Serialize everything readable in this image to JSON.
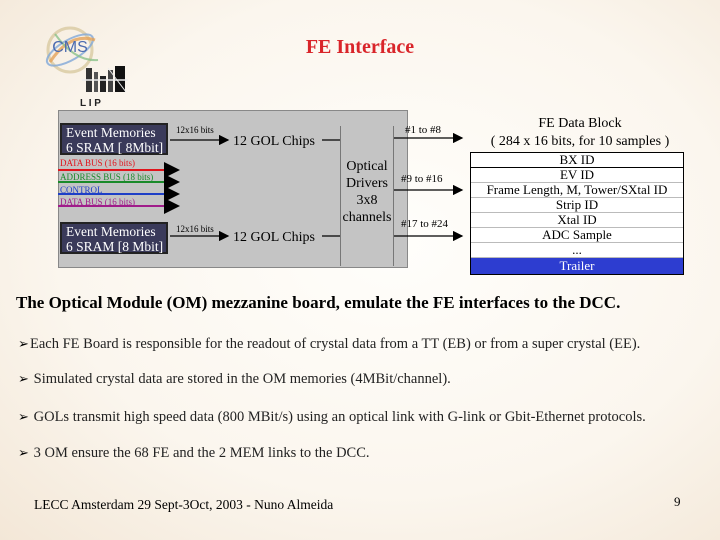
{
  "title": "FE Interface",
  "logo": {
    "cms_text": "CMS",
    "lip_text": "L I P"
  },
  "diagram": {
    "memory_top": {
      "line1": "Event Memories",
      "line2": "6 SRAM [ 8Mbit]",
      "bits": "12x16 bits"
    },
    "memory_bottom": {
      "line1": "Event Memories",
      "line2": "6 SRAM [8 Mbit]",
      "bits": "12x16 bits"
    },
    "gol_top": "12 GOL Chips",
    "gol_bottom": "12 GOL Chips",
    "buses": [
      {
        "label": "DATA BUS (16 bits)",
        "color": "#e0141c"
      },
      {
        "label": "ADDRESS BUS (18 bits)",
        "color": "#1a8a2a"
      },
      {
        "label": "CONTROL",
        "color": "#1e3fc7"
      },
      {
        "label": "DATA BUS (16 bits)",
        "color": "#a01c8a"
      }
    ],
    "optical": {
      "line1": "Optical",
      "line2": "Drivers",
      "line3": "3x8",
      "line4": "channels"
    },
    "channels": [
      "#1 to #8",
      "#9 to #16",
      "#17 to #24"
    ]
  },
  "data_block": {
    "title_line1": "FE Data Block",
    "title_line2": "( 284 x 16 bits, for 10 samples )",
    "rows": [
      "BX ID",
      "EV ID",
      "Frame Length, M, Tower/SXtal ID",
      "Strip ID",
      "Xtal ID",
      "ADC Sample",
      "...",
      "Trailer"
    ]
  },
  "headline": "The Optical Module (OM) mezzanine board, emulate the FE interfaces to the DCC.",
  "bullets": [
    "Each FE Board is responsible for the readout of crystal data from a TT (EB) or from a super crystal (EE).",
    "Simulated crystal data are stored in the OM memories (4MBit/channel).",
    "GOLs transmit high speed data (800 MBit/s) using an optical link with G-link or Gbit-Ethernet protocols.",
    "3 OM ensure the 68 FE and the 2 MEM links to the DCC."
  ],
  "bullet_icon": "arrow-bullet-icon",
  "footer": "LECC Amsterdam 29 Sept-3Oct, 2003 - Nuno Almeida",
  "page_number": "9",
  "colors": {
    "title": "#d9252a",
    "trailer_bg": "#2d3dd0",
    "memory_bg": "#3a3a5a",
    "diagram_bg": "#c4c4c4"
  }
}
